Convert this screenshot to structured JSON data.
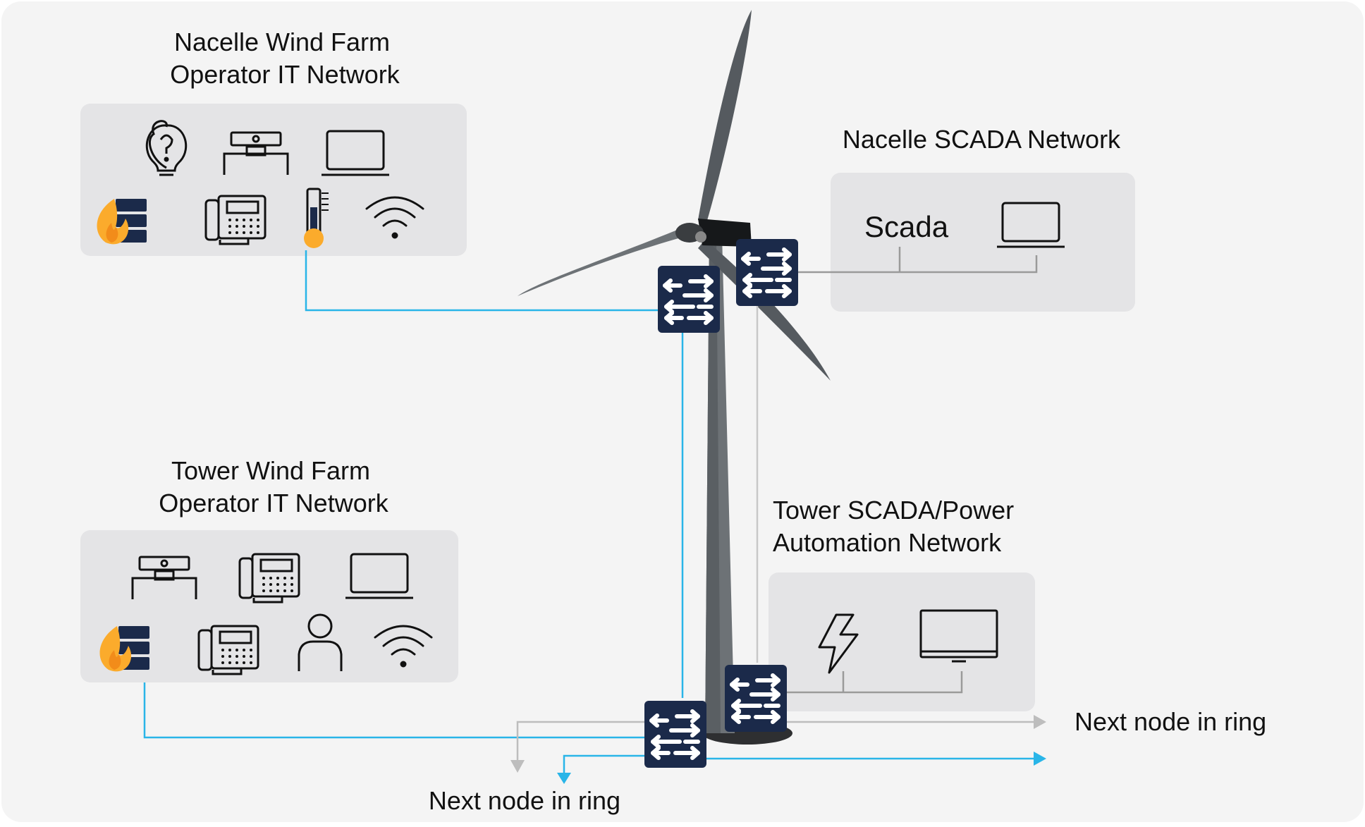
{
  "nacelle_it": {
    "title_line1": "Nacelle Wind Farm",
    "title_line2": "Operator IT Network",
    "icons": [
      "lightbulb-icon",
      "camera-icon",
      "laptop-icon",
      "firewall-icon",
      "ip-phone-icon",
      "thermometer-icon",
      "wifi-icon"
    ]
  },
  "nacelle_scada": {
    "title": "Nacelle SCADA Network",
    "scada_label": "Scada",
    "icons": [
      "laptop-icon"
    ]
  },
  "tower_it": {
    "title_line1": "Tower Wind Farm",
    "title_line2": "Operator IT Network",
    "icons": [
      "camera-icon",
      "ip-phone-icon",
      "laptop-icon",
      "firewall-icon",
      "ip-phone-icon",
      "user-icon",
      "wifi-icon"
    ]
  },
  "tower_scada": {
    "title_line1": "Tower SCADA/Power",
    "title_line2": "Automation Network",
    "icons": [
      "lightning-icon",
      "monitor-icon"
    ]
  },
  "ring": {
    "right_label": "Next node in ring",
    "bottom_label": "Next node in ring"
  },
  "colors": {
    "background": "#f4f4f4",
    "panel": "#e4e4e6",
    "switch": "#1b2a4a",
    "it_link": "#29b5e8",
    "scada_link": "#9a9a9a",
    "ring_gray": "#bdbdbd",
    "flame": "#fbab2c",
    "turbine_dark": "#555a5f",
    "turbine_mid": "#6d7276"
  }
}
